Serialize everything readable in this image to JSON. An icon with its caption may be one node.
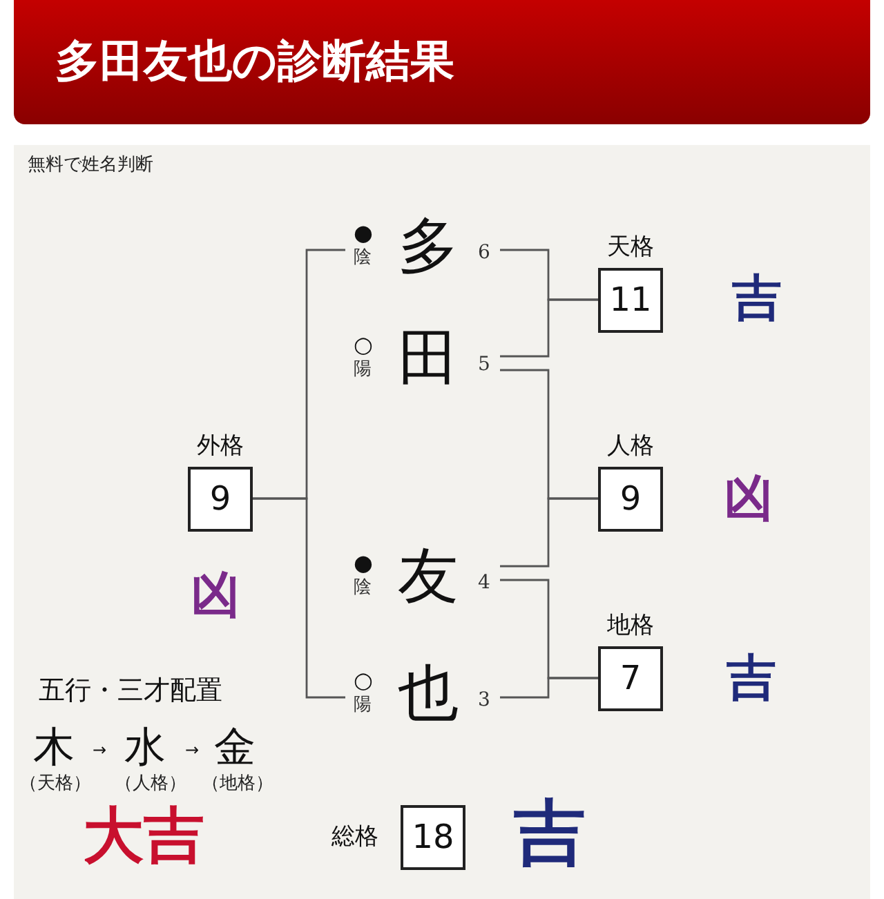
{
  "diagram": {
    "title": "多田友也の診断結果",
    "nodes": [
      {
        "text": [
          "多"
        ],
        "beside": [
          "●",
          "陰",
          "6"
        ]
      },
      {
        "text": [
          "田"
        ],
        "beside": [
          "○",
          "陽",
          "5"
        ]
      },
      {
        "text": [
          "友"
        ],
        "beside": [
          "●",
          "陰",
          "4"
        ]
      },
      {
        "text": [
          "也"
        ],
        "beside": [
          "○",
          "陽",
          "3"
        ]
      },
      {
        "text": [
          "天格",
          "11"
        ],
        "beside": [
          "吉"
        ]
      },
      {
        "text": [
          "人格",
          "9"
        ],
        "beside": [
          "凶"
        ]
      },
      {
        "text": [
          "地格",
          "7"
        ],
        "beside": [
          "吉"
        ]
      },
      {
        "text": [
          "外格",
          "9"
        ],
        "beside": [
          "凶"
        ]
      },
      {
        "text": [
          "総格",
          "18"
        ],
        "beside": [
          "吉"
        ]
      }
    ],
    "edges": [
      {
        "from": 0,
        "to": 4,
        "arrow": "none"
      },
      {
        "from": 1,
        "to": 4,
        "arrow": "none"
      },
      {
        "from": 1,
        "to": 5,
        "arrow": "none"
      },
      {
        "from": 2,
        "to": 5,
        "arrow": "none"
      },
      {
        "from": 2,
        "to": 6,
        "arrow": "none"
      },
      {
        "from": 3,
        "to": 6,
        "arrow": "none"
      },
      {
        "from": 7,
        "to": 0,
        "arrow": "none"
      },
      {
        "from": 7,
        "to": 3,
        "arrow": "none"
      }
    ],
    "labels": [
      "無料で姓名判断",
      "五行・三才配置",
      "木",
      "→",
      "水",
      "→",
      "金",
      "（天格）",
      "（人格）",
      "（地格）",
      "大吉"
    ]
  }
}
